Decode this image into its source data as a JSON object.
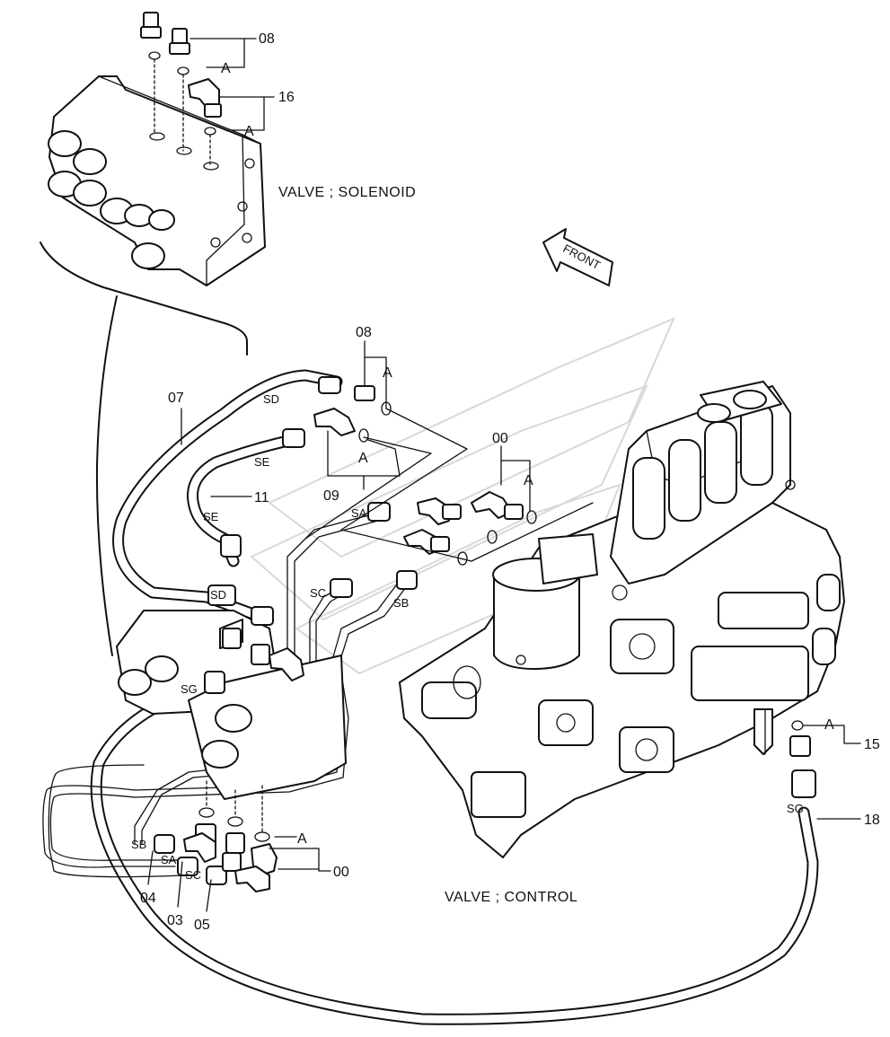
{
  "titles": {
    "solenoid": "VALVE ; SOLENOID",
    "control": "VALVE ; CONTROL",
    "front": "FRONT"
  },
  "part_numbers": {
    "p08_top": "08",
    "p16": "16",
    "p08_mid": "08",
    "p07": "07",
    "p09": "09",
    "p11": "11",
    "p00_mid": "00",
    "p15": "15",
    "p18": "18",
    "p00_bot": "00",
    "p04": "04",
    "p03": "03",
    "p05": "05"
  },
  "seal_marker": "A",
  "hose_tags": {
    "sd": "SD",
    "se": "SE",
    "sa": "SA",
    "sb": "SB",
    "sc": "SC",
    "sg": "SG"
  }
}
